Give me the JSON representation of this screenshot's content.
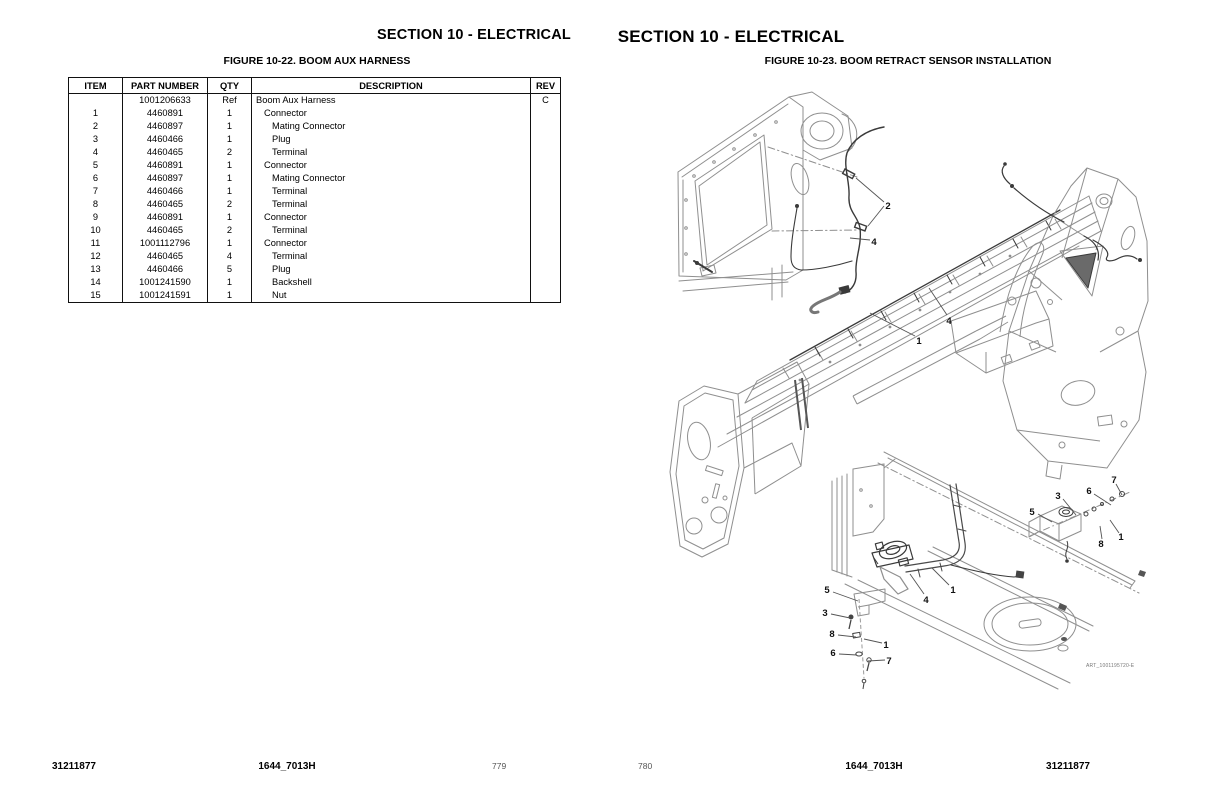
{
  "left_page": {
    "header": "SECTION 10 - ELECTRICAL",
    "figure_title": "FIGURE 10-22. BOOM AUX HARNESS",
    "table": {
      "columns": [
        "ITEM",
        "PART NUMBER",
        "QTY",
        "DESCRIPTION",
        "REV"
      ],
      "rows": [
        {
          "item": "",
          "part": "1001206633",
          "qty": "Ref",
          "desc": "Boom Aux Harness",
          "rev": "C",
          "indent": 0
        },
        {
          "item": "1",
          "part": "4460891",
          "qty": "1",
          "desc": "Connector",
          "rev": "",
          "indent": 1
        },
        {
          "item": "2",
          "part": "4460897",
          "qty": "1",
          "desc": "Mating Connector",
          "rev": "",
          "indent": 2
        },
        {
          "item": "3",
          "part": "4460466",
          "qty": "1",
          "desc": "Plug",
          "rev": "",
          "indent": 2
        },
        {
          "item": "4",
          "part": "4460465",
          "qty": "2",
          "desc": "Terminal",
          "rev": "",
          "indent": 2
        },
        {
          "item": "5",
          "part": "4460891",
          "qty": "1",
          "desc": "Connector",
          "rev": "",
          "indent": 1
        },
        {
          "item": "6",
          "part": "4460897",
          "qty": "1",
          "desc": "Mating Connector",
          "rev": "",
          "indent": 2
        },
        {
          "item": "7",
          "part": "4460466",
          "qty": "1",
          "desc": "Terminal",
          "rev": "",
          "indent": 2
        },
        {
          "item": "8",
          "part": "4460465",
          "qty": "2",
          "desc": "Terminal",
          "rev": "",
          "indent": 2
        },
        {
          "item": "9",
          "part": "4460891",
          "qty": "1",
          "desc": "Connector",
          "rev": "",
          "indent": 1
        },
        {
          "item": "10",
          "part": "4460465",
          "qty": "2",
          "desc": "Terminal",
          "rev": "",
          "indent": 2
        },
        {
          "item": "11",
          "part": "1001112796",
          "qty": "1",
          "desc": "Connector",
          "rev": "",
          "indent": 1
        },
        {
          "item": "12",
          "part": "4460465",
          "qty": "4",
          "desc": "Terminal",
          "rev": "",
          "indent": 2
        },
        {
          "item": "13",
          "part": "4460466",
          "qty": "5",
          "desc": "Plug",
          "rev": "",
          "indent": 2
        },
        {
          "item": "14",
          "part": "1001241590",
          "qty": "1",
          "desc": "Backshell",
          "rev": "",
          "indent": 2
        },
        {
          "item": "15",
          "part": "1001241591",
          "qty": "1",
          "desc": "Nut",
          "rev": "",
          "indent": 2
        }
      ]
    },
    "footer": {
      "doc_number": "31211877",
      "file_ref": "1644_7013H",
      "page_number": "779"
    }
  },
  "right_page": {
    "header": "SECTION 10 - ELECTRICAL",
    "figure_title": "FIGURE 10-23. BOOM RETRACT SENSOR INSTALLATION",
    "figure": {
      "art_label": "ART_1001195720-E",
      "callouts": [
        {
          "n": "2"
        },
        {
          "n": "4"
        },
        {
          "n": "4"
        },
        {
          "n": "1"
        },
        {
          "n": "5"
        },
        {
          "n": "3"
        },
        {
          "n": "8"
        },
        {
          "n": "1"
        },
        {
          "n": "6"
        },
        {
          "n": "7"
        },
        {
          "n": "4"
        },
        {
          "n": "1"
        },
        {
          "n": "7"
        },
        {
          "n": "6"
        },
        {
          "n": "3"
        },
        {
          "n": "5"
        },
        {
          "n": "1"
        },
        {
          "n": "8"
        }
      ]
    },
    "footer": {
      "page_number": "780",
      "file_ref": "1644_7013H",
      "doc_number": "31211877"
    }
  }
}
